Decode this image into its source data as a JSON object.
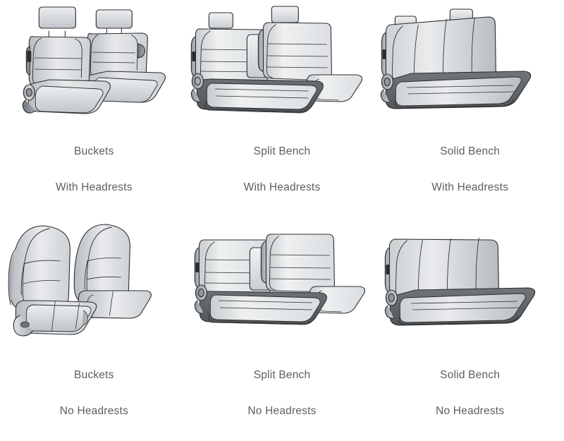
{
  "page": {
    "background_color": "#ffffff",
    "caption_color": "#5b5f62",
    "illustration": {
      "outline_color": "#2b2d2f",
      "light_gray": "#eceef0",
      "mid_gray": "#d2d5d8",
      "dark_gray": "#8c9195",
      "shadow_gray": "#5f6468",
      "highlight": "#f7f8f9"
    }
  },
  "grid": {
    "columns": 3,
    "rows": 2
  },
  "items": [
    {
      "id": "buckets-with-headrests",
      "type": "buckets",
      "headrests": true,
      "art_name": "bucket-seats-with-headrests-illustration",
      "caption_line1": "Buckets",
      "caption_line2": "With Headrests"
    },
    {
      "id": "split-bench-with-headrests",
      "type": "split-bench",
      "headrests": true,
      "art_name": "split-bench-seat-with-headrests-illustration",
      "caption_line1": "Split Bench",
      "caption_line2": "With Headrests"
    },
    {
      "id": "solid-bench-with-headrests",
      "type": "solid-bench",
      "headrests": true,
      "art_name": "solid-bench-seat-with-headrests-illustration",
      "caption_line1": "Solid Bench",
      "caption_line2": "With Headrests"
    },
    {
      "id": "buckets-no-headrests",
      "type": "buckets",
      "headrests": false,
      "art_name": "bucket-seats-no-headrests-illustration",
      "caption_line1": "Buckets",
      "caption_line2": "No Headrests"
    },
    {
      "id": "split-bench-no-headrests",
      "type": "split-bench",
      "headrests": false,
      "art_name": "split-bench-seat-no-headrests-illustration",
      "caption_line1": "Split Bench",
      "caption_line2": "No Headrests"
    },
    {
      "id": "solid-bench-no-headrests",
      "type": "solid-bench",
      "headrests": false,
      "art_name": "solid-bench-seat-no-headrests-illustration",
      "caption_line1": "Solid Bench",
      "caption_line2": "No Headrests"
    }
  ]
}
